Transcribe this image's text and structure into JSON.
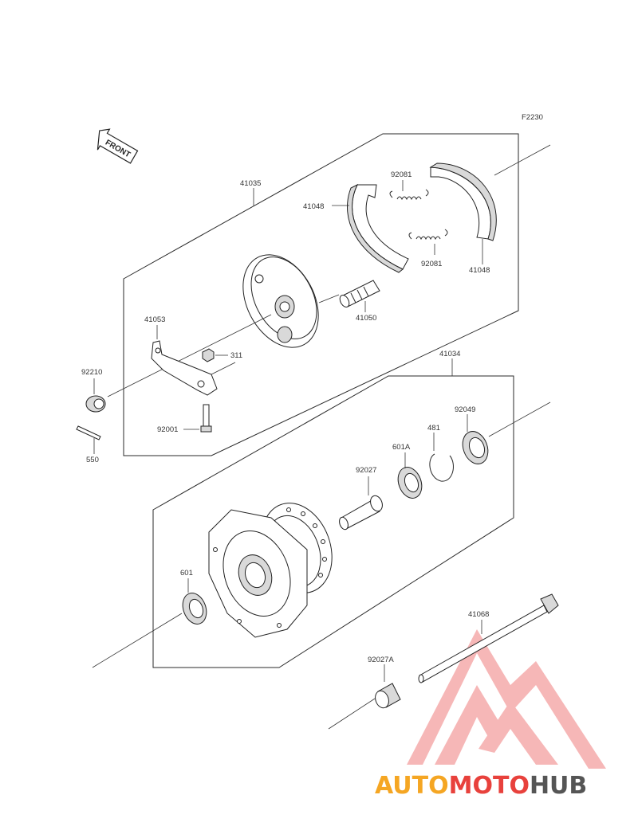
{
  "figure_code": "F2230",
  "front_arrow_text": "FRONT",
  "labels": {
    "l41035": "41035",
    "l92081a": "92081",
    "l41048a": "41048",
    "l92081b": "92081",
    "l41048b": "41048",
    "l41050": "41050",
    "l41053": "41053",
    "l311": "311",
    "l92210": "92210",
    "l92001": "92001",
    "l550": "550",
    "l41034": "41034",
    "l92049": "92049",
    "l481": "481",
    "l601A": "601A",
    "l92027": "92027",
    "l601": "601",
    "l41068": "41068",
    "l92027A": "92027A"
  },
  "watermark": {
    "part1": "AUTO",
    "part2": "MOTO",
    "part3": "HUB",
    "color1": "#f5a623",
    "color2": "#e8413c",
    "color3": "#555555",
    "logo_color": "#f08080"
  }
}
